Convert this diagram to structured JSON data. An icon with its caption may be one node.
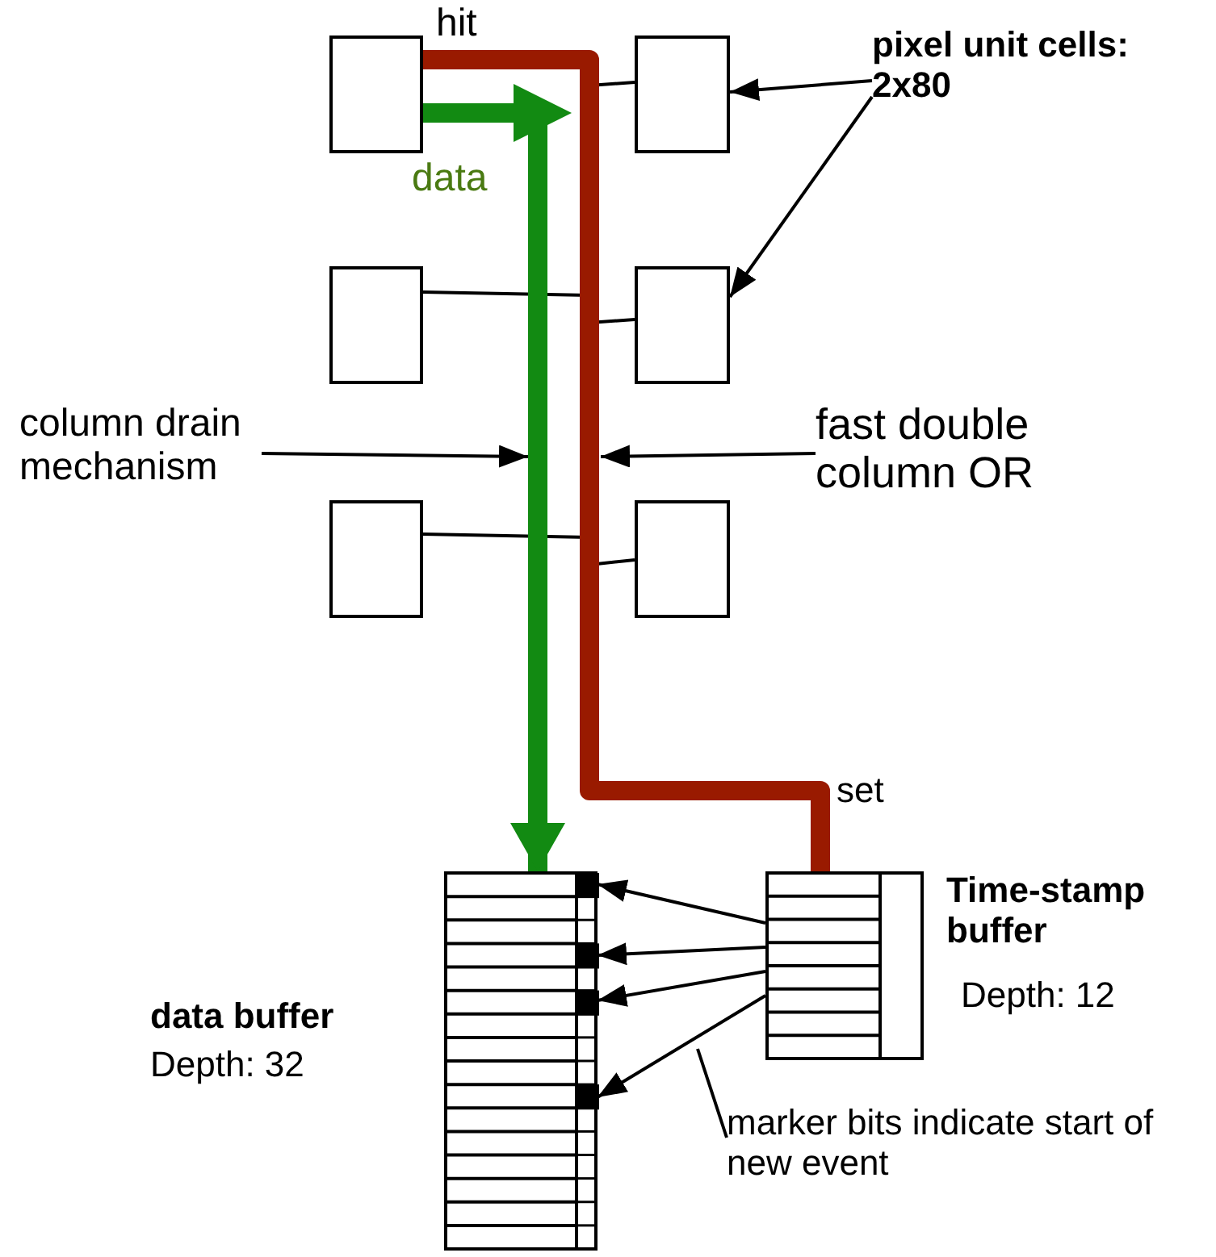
{
  "diagram": {
    "nodes": [
      {
        "text": [],
        "shape": "box"
      },
      {
        "text": [],
        "shape": "box"
      },
      {
        "text": [],
        "shape": "box"
      },
      {
        "text": [],
        "shape": "box"
      },
      {
        "text": [],
        "shape": "box"
      },
      {
        "text": [],
        "shape": "box"
      },
      {
        "text": [
          "pixel unit cells: 2x80"
        ]
      },
      {
        "text": [
          "column drain mechanism"
        ]
      },
      {
        "text": [
          "fast double column OR"
        ]
      },
      {
        "text": [
          "data buffer",
          "Depth: 32"
        ]
      },
      {
        "text": [
          "Time-stamp buffer",
          "Depth: 12"
        ]
      },
      {
        "text": [
          "marker bits indicate start of new event"
        ]
      }
    ],
    "edges": [
      {
        "from": 0,
        "to": 10,
        "arrow": "none",
        "style": "thick",
        "color": "#991a00",
        "label": "hit"
      },
      {
        "from": 0,
        "to": 9,
        "arrow": "to",
        "style": "thick",
        "color": "#128a12",
        "label": "data"
      },
      {
        "from": 1,
        "to": 10,
        "arrow": "none"
      },
      {
        "from": 2,
        "to": 10,
        "arrow": "none"
      },
      {
        "from": 3,
        "to": 10,
        "arrow": "none"
      },
      {
        "from": 4,
        "to": 10,
        "arrow": "none"
      },
      {
        "from": 5,
        "to": 10,
        "arrow": "none"
      },
      {
        "from": 6,
        "to": 1,
        "arrow": "to"
      },
      {
        "from": 6,
        "to": 3,
        "arrow": "to"
      },
      {
        "from": 7,
        "to": null,
        "arrow": "to"
      },
      {
        "from": 8,
        "to": null,
        "arrow": "to"
      },
      {
        "from": 10,
        "to": 9,
        "arrow": "to"
      },
      {
        "from": 10,
        "to": 9,
        "arrow": "to"
      },
      {
        "from": 10,
        "to": 9,
        "arrow": "to"
      },
      {
        "from": 10,
        "to": 9,
        "arrow": "to"
      },
      {
        "from": 11,
        "to": null,
        "arrow": "none"
      }
    ],
    "labels": [
      "set"
    ]
  }
}
